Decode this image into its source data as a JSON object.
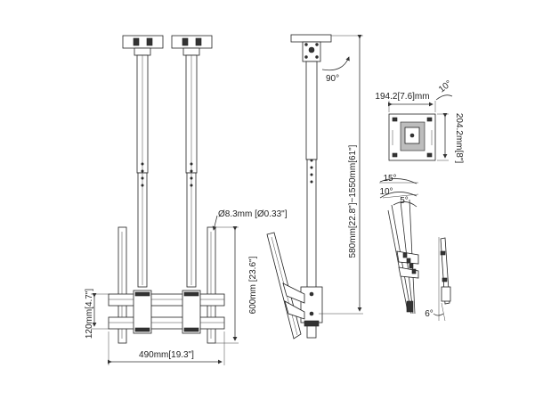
{
  "dimensions": {
    "pole_hole": "Ø8.3mm [Ø0.33\"]",
    "vesa_height": "600mm [23.6\"]",
    "bracket_offset": "120mm[4.7\"]",
    "bracket_width": "490mm[19.3\"]",
    "ceiling_height": "580mm[22.8\"]~1550mm[61\"]",
    "rotation": "90°",
    "plate_width": "194.2[7.6]mm",
    "plate_height": "204.2mm[8\"]",
    "plate_tilt": "10°",
    "tilt_15": "15°",
    "tilt_10": "10°",
    "tilt_5": "5°",
    "tilt_6": "6°"
  }
}
